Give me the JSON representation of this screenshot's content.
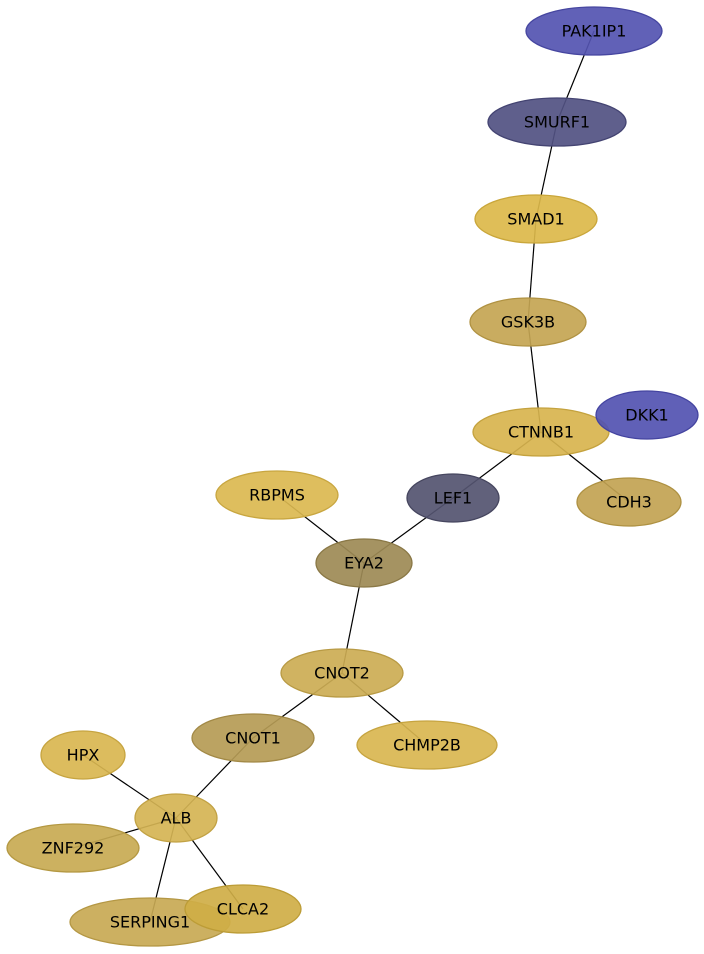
{
  "network": {
    "nodes": [
      {
        "id": "PAK1IP1",
        "label": "PAK1IP1",
        "fill": "#5454b1",
        "stroke": "#4646a0"
      },
      {
        "id": "SMURF1",
        "label": "SMURF1",
        "fill": "#515182",
        "stroke": "#444472"
      },
      {
        "id": "SMAD1",
        "label": "SMAD1",
        "fill": "#dcb84a",
        "stroke": "#c9a63a"
      },
      {
        "id": "GSK3B",
        "label": "GSK3B",
        "fill": "#c4a552",
        "stroke": "#b09242"
      },
      {
        "id": "CTNNB1",
        "label": "CTNNB1",
        "fill": "#d8b44e",
        "stroke": "#c4a23e"
      },
      {
        "id": "DKK1",
        "label": "DKK1",
        "fill": "#5252b1",
        "stroke": "#4444a0"
      },
      {
        "id": "LEF1",
        "label": "LEF1",
        "fill": "#545470",
        "stroke": "#46465f"
      },
      {
        "id": "CDH3",
        "label": "CDH3",
        "fill": "#c2a352",
        "stroke": "#ae9142"
      },
      {
        "id": "RBPMS",
        "label": "RBPMS",
        "fill": "#dbb850",
        "stroke": "#c8a640"
      },
      {
        "id": "EYA2",
        "label": "EYA2",
        "fill": "#9d8a55",
        "stroke": "#8a7846"
      },
      {
        "id": "CNOT2",
        "label": "CNOT2",
        "fill": "#ccac54",
        "stroke": "#b89a44"
      },
      {
        "id": "CNOT1",
        "label": "CNOT1",
        "fill": "#b59b55",
        "stroke": "#a28946"
      },
      {
        "id": "CHMP2B",
        "label": "CHMP2B",
        "fill": "#d9b650",
        "stroke": "#c6a440"
      },
      {
        "id": "HPX",
        "label": "HPX",
        "fill": "#d9b650",
        "stroke": "#c6a440"
      },
      {
        "id": "ALB",
        "label": "ALB",
        "fill": "#d5b454",
        "stroke": "#c2a244"
      },
      {
        "id": "ZNF292",
        "label": "ZNF292",
        "fill": "#c8aa52",
        "stroke": "#b49842"
      },
      {
        "id": "SERPING1",
        "label": "SERPING1",
        "fill": "#c8a954",
        "stroke": "#b49744"
      },
      {
        "id": "CLCA2",
        "label": "CLCA2",
        "fill": "#cfae46",
        "stroke": "#bc9c36"
      }
    ],
    "edges": [
      {
        "source": "PAK1IP1",
        "target": "SMURF1"
      },
      {
        "source": "SMURF1",
        "target": "SMAD1"
      },
      {
        "source": "SMAD1",
        "target": "GSK3B"
      },
      {
        "source": "GSK3B",
        "target": "CTNNB1"
      },
      {
        "source": "CTNNB1",
        "target": "LEF1"
      },
      {
        "source": "CTNNB1",
        "target": "CDH3"
      },
      {
        "source": "LEF1",
        "target": "EYA2"
      },
      {
        "source": "RBPMS",
        "target": "EYA2"
      },
      {
        "source": "EYA2",
        "target": "CNOT2"
      },
      {
        "source": "CNOT2",
        "target": "CNOT1"
      },
      {
        "source": "CNOT2",
        "target": "CHMP2B"
      },
      {
        "source": "CNOT1",
        "target": "ALB"
      },
      {
        "source": "HPX",
        "target": "ALB"
      },
      {
        "source": "ZNF292",
        "target": "ALB"
      },
      {
        "source": "ALB",
        "target": "SERPING1"
      },
      {
        "source": "ALB",
        "target": "CLCA2"
      }
    ]
  }
}
